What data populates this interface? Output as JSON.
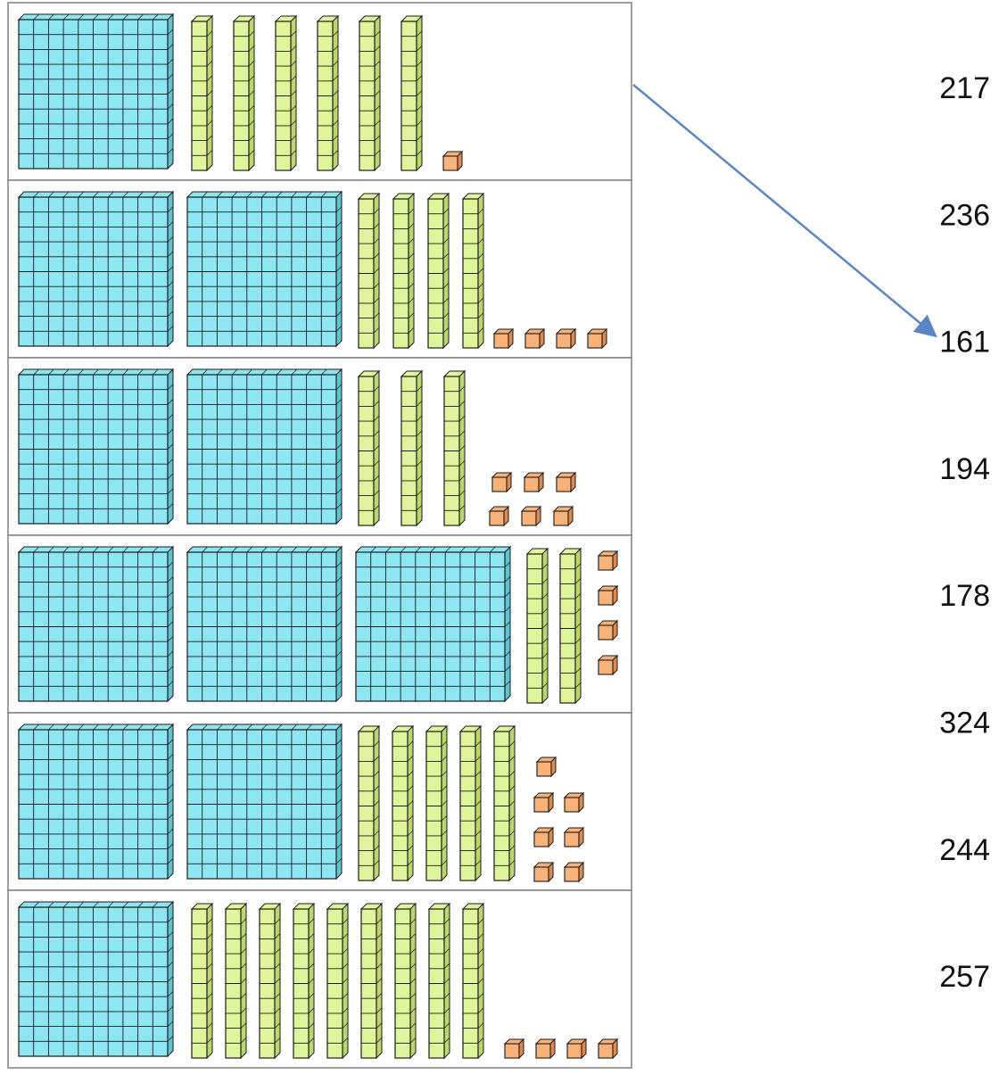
{
  "colors": {
    "hundred": "#8ee6f3",
    "hundred_side": "#5fc3d3",
    "ten": "#dff59b",
    "ten_side": "#b9d76c",
    "one": "#f7b27a",
    "one_side": "#df8a4e",
    "outline": "#1a1a1a",
    "arrow": "#5a86c4",
    "panel_border": "#808080"
  },
  "panels": [
    {
      "hundreds": 1,
      "tens": 6,
      "ones": 1
    },
    {
      "hundreds": 2,
      "tens": 4,
      "ones": 4
    },
    {
      "hundreds": 2,
      "tens": 3,
      "ones": 6
    },
    {
      "hundreds": 3,
      "tens": 2,
      "ones": 4
    },
    {
      "hundreds": 2,
      "tens": 5,
      "ones": 7
    },
    {
      "hundreds": 1,
      "tens": 9,
      "ones": 4
    }
  ],
  "numbers": [
    "217",
    "236",
    "161",
    "194",
    "178",
    "324",
    "244",
    "257"
  ],
  "arrow": {
    "from_panel": 1,
    "to_number": "161"
  }
}
